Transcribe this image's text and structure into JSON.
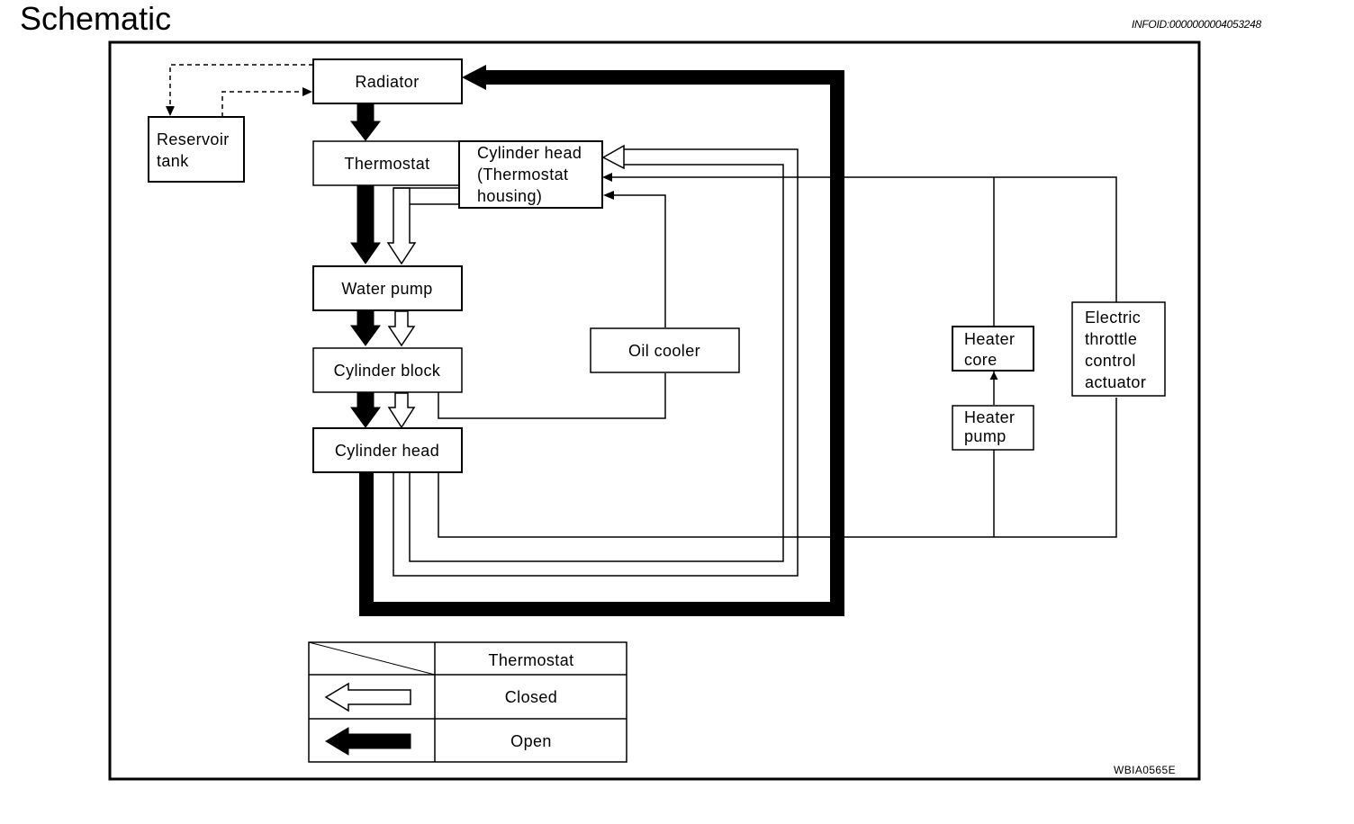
{
  "page_title": "Schematic",
  "info_id": "INFOID:0000000004053248",
  "figure_code": "WBIA0565E",
  "components": {
    "radiator": "Radiator",
    "reservoir_tank": [
      "Reservoir",
      "tank"
    ],
    "thermostat": "Thermostat",
    "cylinder_head_thermostat_housing": [
      "Cylinder head",
      "(Thermostat",
      "housing)"
    ],
    "water_pump": "Water pump",
    "cylinder_block": "Cylinder block",
    "cylinder_head": "Cylinder head",
    "oil_cooler": "Oil cooler",
    "heater_core": [
      "Heater",
      "core"
    ],
    "heater_pump": [
      "Heater",
      "pump"
    ],
    "electric_throttle_control_actuator": [
      "Electric",
      "throttle",
      "control",
      "actuator"
    ]
  },
  "legend": {
    "header": "Thermostat",
    "rows": [
      {
        "arrow": "hollow-arrow-icon",
        "label": "Closed"
      },
      {
        "arrow": "solid-arrow-icon",
        "label": "Open"
      }
    ]
  }
}
